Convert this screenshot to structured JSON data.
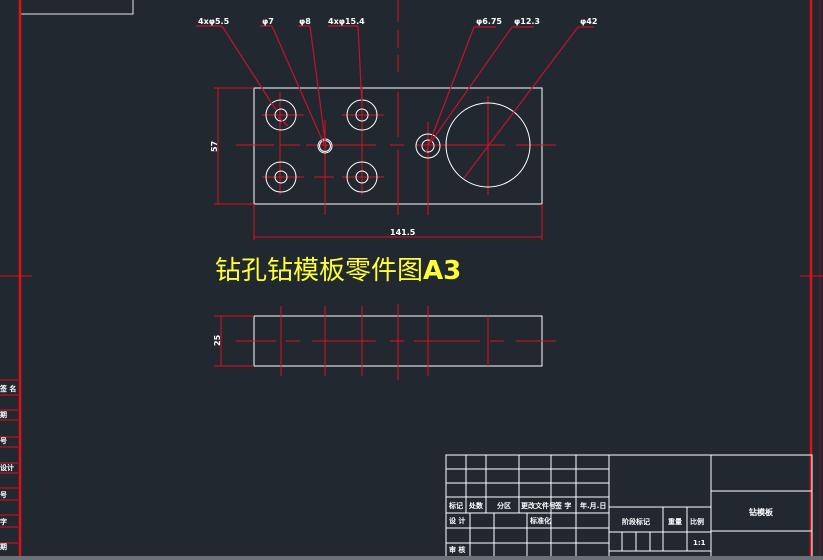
{
  "drawing": {
    "title": "钻孔钻模板零件图",
    "title_suffix": "A3",
    "colors": {
      "background": "#212830",
      "outline": "#ffffff",
      "centerline": "#e0101a",
      "title_text": "#ffff33",
      "leader": "#c8102e"
    },
    "callouts": [
      {
        "id": "c1",
        "label": "4xφ5.5"
      },
      {
        "id": "c2",
        "label": "φ7"
      },
      {
        "id": "c3",
        "label": "φ8"
      },
      {
        "id": "c4",
        "label": "4xφ15.4"
      },
      {
        "id": "c5",
        "label": "φ6.75"
      },
      {
        "id": "c6",
        "label": "φ12.3"
      },
      {
        "id": "c7",
        "label": "φ42"
      }
    ],
    "dimensions": {
      "height_front": "57",
      "width_front": "141.5",
      "thickness_side": "25"
    }
  },
  "title_block": {
    "part_name": "钻模板",
    "scale": "1:1",
    "row_headers": [
      "标记",
      "处数",
      "分区",
      "更改文件号",
      "签 字",
      "年.月.日"
    ],
    "design_label": "设 计",
    "standard_label": "标准化",
    "review_label": "审 核",
    "stage_label": "阶段标记",
    "weight_label": "重量",
    "scale_label": "比例"
  },
  "left_margin": {
    "labels": [
      "签 名",
      "期",
      "号",
      "设计",
      "号",
      "字",
      "期"
    ]
  }
}
